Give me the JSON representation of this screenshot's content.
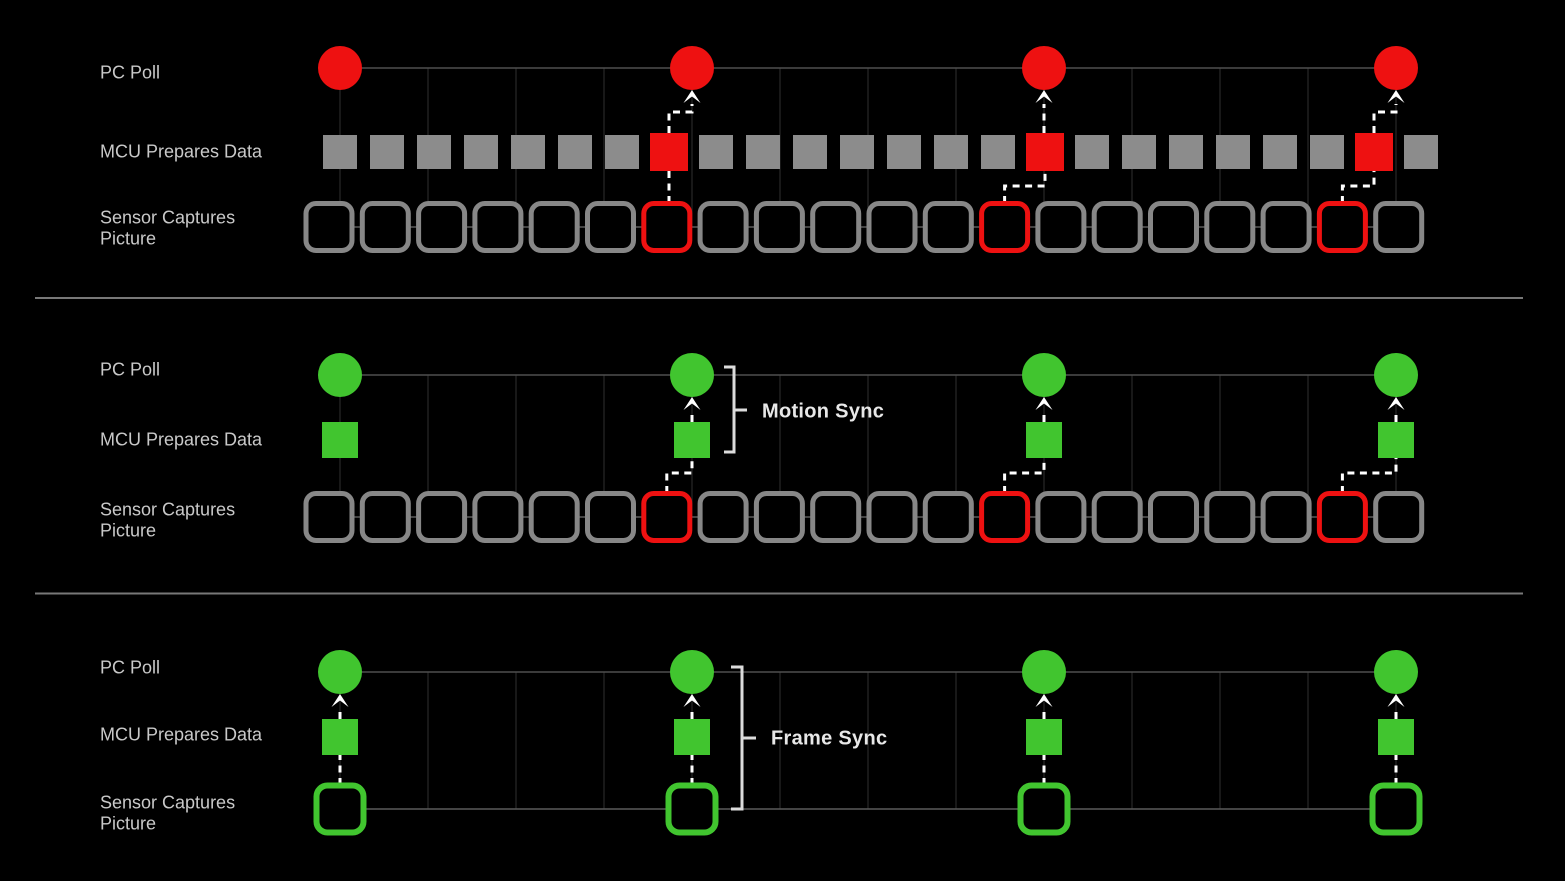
{
  "diagram": {
    "row_labels": {
      "poll": "PC Poll",
      "mcu": "MCU Prepares Data",
      "sensor_line1": "Sensor Captures",
      "sensor_line2": "Picture"
    },
    "panels": [
      {
        "name": "no-sync",
        "color_scheme": "red",
        "sync_label": "",
        "poll_count": 4,
        "mcu": {
          "mode": "continuous",
          "count": 24,
          "highlighted": [
            8,
            16,
            23
          ]
        },
        "sensor": {
          "mode": "continuous",
          "count": 20,
          "highlighted": [
            7,
            13,
            19
          ]
        },
        "linked_polls": [
          2,
          3,
          4
        ]
      },
      {
        "name": "motion-sync",
        "color_scheme": "green",
        "sync_label": "Motion Sync",
        "poll_count": 4,
        "mcu": {
          "mode": "at-poll",
          "count": 4,
          "highlighted": []
        },
        "sensor": {
          "mode": "continuous",
          "count": 20,
          "highlighted": [
            7,
            13,
            19
          ]
        },
        "linked_polls": [
          2,
          3,
          4
        ]
      },
      {
        "name": "frame-sync",
        "color_scheme": "green",
        "sync_label": "Frame Sync",
        "poll_count": 4,
        "mcu": {
          "mode": "at-poll",
          "count": 4,
          "highlighted": []
        },
        "sensor": {
          "mode": "at-poll",
          "count": 4,
          "highlighted": []
        },
        "linked_polls": [
          1,
          2,
          3,
          4
        ]
      }
    ],
    "colors": {
      "highlight_red": "#ee1111",
      "sync_green": "#41c52f",
      "mcu_gray": "#8c8c8c",
      "sensor_frame_gray": "#878787",
      "label_text": "#c9c9c9",
      "sync_label_text": "#e8e8e8",
      "connector_white": "#ffffff",
      "grid_line": "#2f2f2f",
      "baseline": "#4f4f4f",
      "separator": "#787878",
      "background": "#000000"
    }
  }
}
